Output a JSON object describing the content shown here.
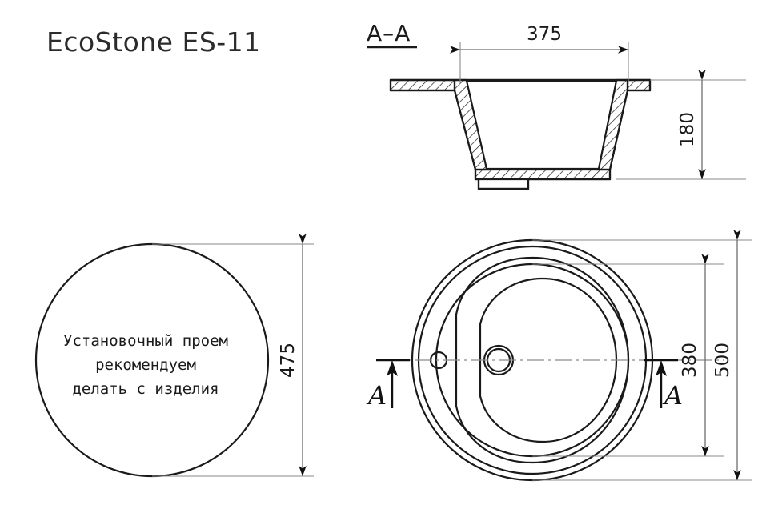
{
  "document": {
    "type": "technical-drawing",
    "title": "EcoStone ES-11",
    "product": "round kitchen sink",
    "background_color": "#ffffff",
    "line_color": "#1a1a1a",
    "dimension_color": "#6e6e6e"
  },
  "title_block": {
    "model_name": "EcoStone ES-11"
  },
  "section_view": {
    "label": "A–A",
    "dimensions": {
      "width_label": "375",
      "depth_label": "180"
    }
  },
  "cutout_view": {
    "note_line1": "Установочный проем",
    "note_line2": "рекомендуем",
    "note_line3": "делать с изделия",
    "diameter_label": "475"
  },
  "plan_view": {
    "section_marker_left": "A",
    "section_marker_right": "A",
    "dimensions": {
      "bowl_diameter_label": "380",
      "outer_diameter_label": "500"
    },
    "features": {
      "drain_hole": "drain-hole",
      "overflow_hole": "overflow-hole"
    }
  }
}
